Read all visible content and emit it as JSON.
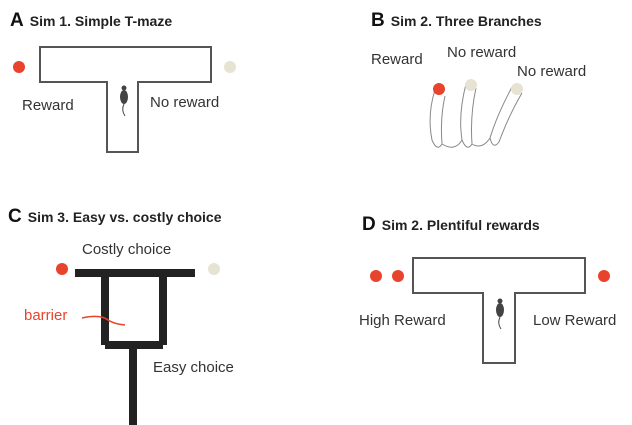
{
  "panels": {
    "a": {
      "letter": "A",
      "title": "Sim 1. Simple T-maze",
      "left_label": "Reward",
      "right_label": "No reward"
    },
    "b": {
      "letter": "B",
      "title": "Sim 2. Three Branches",
      "labels": [
        "Reward",
        "No reward",
        "No reward"
      ]
    },
    "c": {
      "letter": "C",
      "title": "Sim 3. Easy vs. costly choice",
      "top_label": "Costly choice",
      "barrier_label": "barrier",
      "bottom_label": "Easy choice"
    },
    "d": {
      "letter": "D",
      "title": "Sim 2. Plentiful rewards",
      "left_label": "High Reward",
      "right_label": "Low Reward"
    }
  },
  "colors": {
    "reward": "#e8432d",
    "no_reward": "#e6e3d3",
    "maze_line": "#555555",
    "barrier": "#e8432d",
    "mouse": "#444444"
  }
}
